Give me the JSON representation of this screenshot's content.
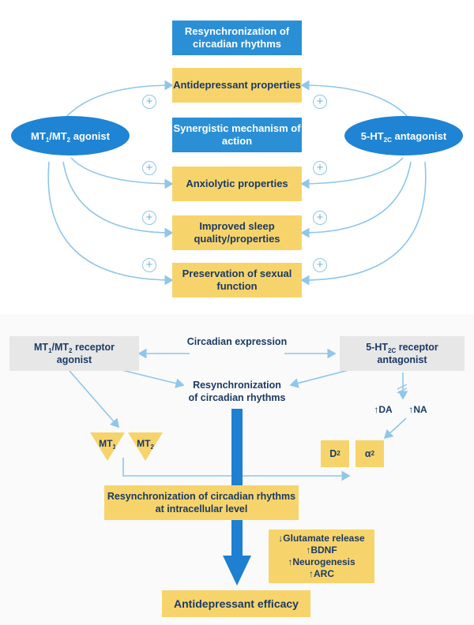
{
  "top": {
    "resync": "Resynchronization of circadian rhythms",
    "antidepressant": "Antidepressant properties",
    "synergistic": "Synergistic mechanism of action",
    "anxiolytic": "Anxiolytic properties",
    "sleep": "Improved sleep quality/properties",
    "sexual": "Preservation of sexual function",
    "left_agonist": {
      "a": "MT",
      "s1": "1",
      "b": "/MT",
      "s2": "2",
      "c": " agonist"
    },
    "right_antagonist": {
      "a": "5-HT",
      "s1": "2C",
      "c": " antagonist"
    },
    "plus": "+"
  },
  "bottom": {
    "left_receptor": {
      "a": "MT",
      "s1": "1",
      "b": "/MT",
      "s2": "2",
      "c": " receptor",
      "line2": "agonist"
    },
    "right_receptor": {
      "a": "5-HT",
      "s1": "2C",
      "c": " receptor",
      "line2": "antagonist"
    },
    "circadian_expression": "Circadian expression",
    "resync_line1": "Resynchronization",
    "resync_line2": "of circadian rhythms",
    "da": "↑DA",
    "na": "↑NA",
    "mt1": {
      "a": "MT",
      "s": "1"
    },
    "mt2": {
      "a": "MT",
      "s": "2"
    },
    "d2": {
      "a": "D",
      "s": "2"
    },
    "alpha2": {
      "a": "α",
      "s": "2"
    },
    "intracellular_line1": "Resynchronization of circadian rhythms",
    "intracellular_line2": "at intracellular level",
    "effects": [
      "↓Glutamate release",
      "↑BDNF",
      "↑Neurogenesis",
      "↑ARC"
    ],
    "efficacy": "Antidepressant efficacy"
  },
  "colors": {
    "blue": "#2b8fd6",
    "yellow": "#f7d46b",
    "arrow": "#8fc6ea",
    "big_arrow": "#1f7fd0"
  }
}
